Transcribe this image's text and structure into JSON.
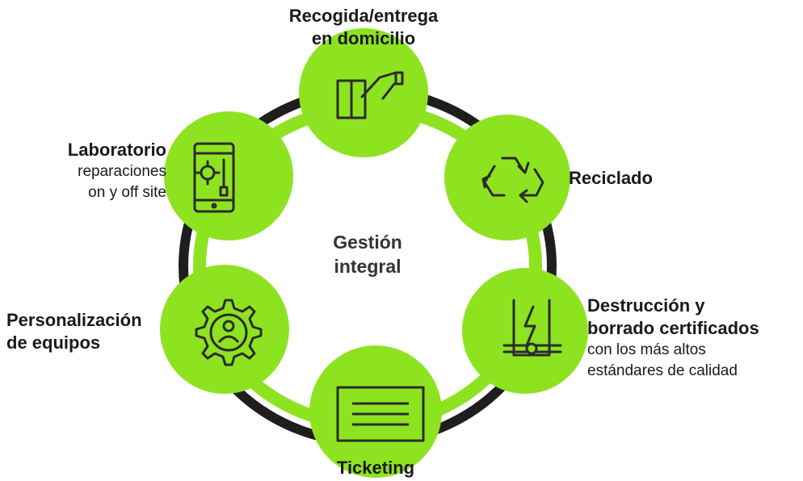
{
  "center": {
    "line1": "Gestión",
    "line2": "integral"
  },
  "colors": {
    "accent": "#8ee321",
    "ring": "#1e1e1e",
    "icon": "#2b2b2b",
    "text": "#1a1a1a"
  },
  "nodes": [
    {
      "id": "recogida",
      "icon": "hand-box-icon",
      "title1": "Recogida/entrega",
      "title2": "en domicilio"
    },
    {
      "id": "reciclado",
      "icon": "recycle-icon",
      "title1": "Reciclado"
    },
    {
      "id": "destruccion",
      "icon": "shredder-phone-icon",
      "title1": "Destrucción y",
      "title2": "borrado certificados",
      "desc1": "con los más altos",
      "desc2": "estándares de calidad"
    },
    {
      "id": "ticketing",
      "icon": "ticket-icon",
      "title1": "Ticketing"
    },
    {
      "id": "personalizacion",
      "icon": "gear-user-icon",
      "title1": "Personalización",
      "title2": "de equipos"
    },
    {
      "id": "laboratorio",
      "icon": "phone-tools-icon",
      "title1": "Laboratorio",
      "desc1": "reparaciones",
      "desc2": "on y off site"
    }
  ]
}
